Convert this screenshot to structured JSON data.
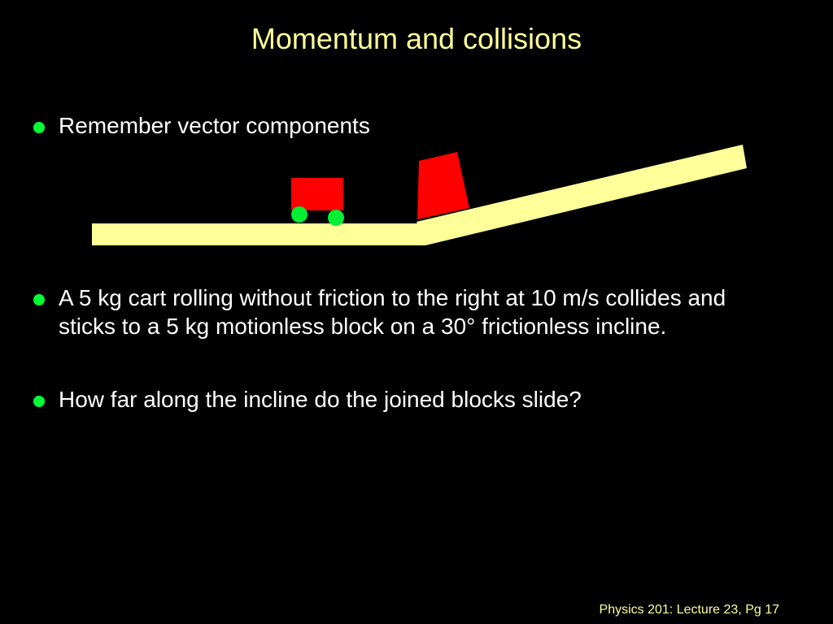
{
  "slide": {
    "title": "Momentum and collisions",
    "bullets": [
      "Remember vector components",
      "A 5 kg cart rolling without friction to the right at 10 m/s collides and sticks to a 5 kg motionless block on a 30° frictionless incline.",
      "How far along the incline do the joined blocks slide?"
    ],
    "footer": "Physics 201: Lecture 23, Pg 17"
  },
  "colors": {
    "title": "#ffff99",
    "text": "#ffffff",
    "bullet_dot": "#00ff33",
    "track": "#ffff99",
    "cart": "#ff0000",
    "wheels": "#00ee33",
    "block": "#ff0000"
  }
}
